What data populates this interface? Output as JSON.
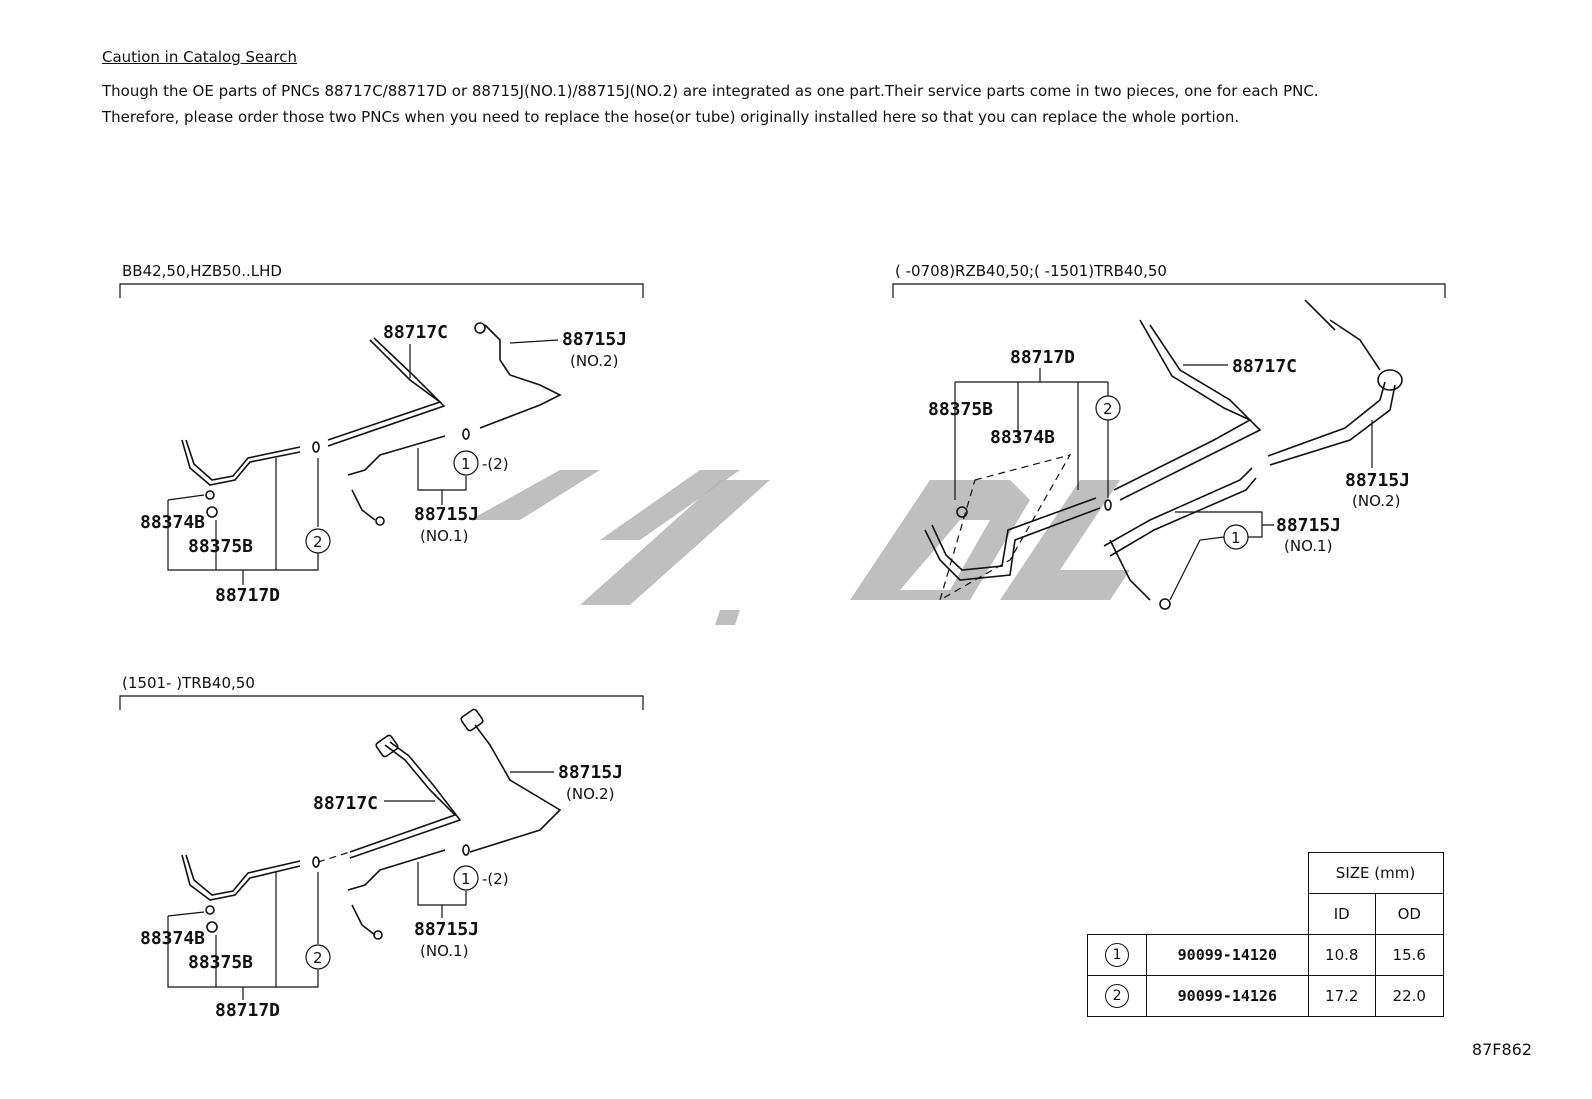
{
  "caution": {
    "title": "Caution in Catalog Search",
    "line1": "Though the OE parts of PNCs 88717C/88717D or 88715J(NO.1)/88715J(NO.2) are integrated as one part.Their service parts come in two pieces, one for each PNC.",
    "line2": "Therefore, please order those two PNCs when you need to replace the hose(or tube) originally installed here so that you can replace the whole portion."
  },
  "groups": {
    "a": {
      "header": "BB42,50,HZB50..LHD",
      "labels": {
        "p88717c": "88717C",
        "p88715j_no2": "88715J",
        "no2": "(NO.2)",
        "circle1": "1",
        "ref2": "-(2)",
        "p88715j_no1": "88715J",
        "no1": "(NO.1)",
        "p88374b": "88374B",
        "p88375b": "88375B",
        "circle2": "2",
        "p88717d": "88717D"
      }
    },
    "b": {
      "header": "(      -0708)RZB40,50;(      -1501)TRB40,50",
      "labels": {
        "p88717d": "88717D",
        "p88375b": "88375B",
        "p88374b": "88374B",
        "circle2": "2",
        "p88717c": "88717C",
        "p88715j_no2": "88715J",
        "no2": "(NO.2)",
        "circle1": "1",
        "p88715j_no1": "88715J",
        "no1": "(NO.1)"
      }
    },
    "c": {
      "header": "(1501-        )TRB40,50",
      "labels": {
        "p88715j_no2": "88715J",
        "no2": "(NO.2)",
        "p88717c": "88717C",
        "circle1": "1",
        "ref2": "-(2)",
        "p88715j_no1": "88715J",
        "no1": "(NO.1)",
        "p88374b": "88374B",
        "p88375b": "88375B",
        "circle2": "2",
        "p88717d": "88717D"
      }
    }
  },
  "size_table": {
    "header": "SIZE (mm)",
    "col_id": "ID",
    "col_od": "OD",
    "rows": [
      {
        "ref": "1",
        "part": "90099-14120",
        "id": "10.8",
        "od": "15.6"
      },
      {
        "ref": "2",
        "part": "90099-14126",
        "id": "17.2",
        "od": "22.0"
      }
    ]
  },
  "figure_code": "87F862"
}
